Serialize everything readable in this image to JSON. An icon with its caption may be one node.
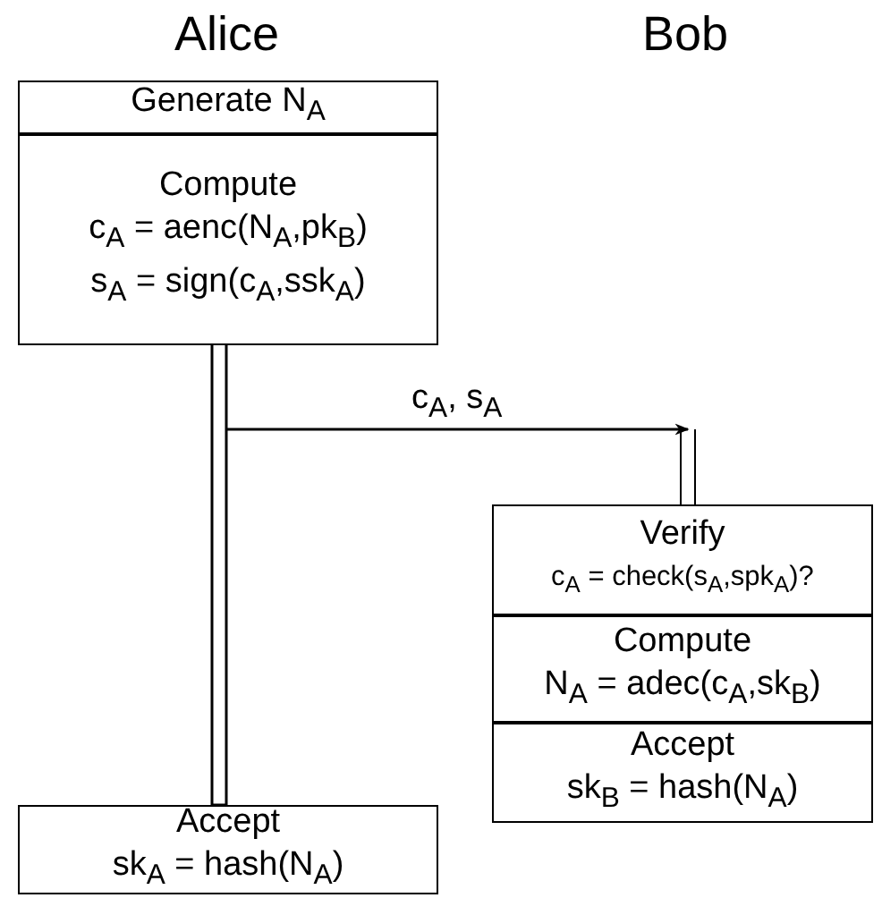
{
  "diagram": {
    "nodes": [
      {
        "text": [
          "Generate N$_{A}$"
        ]
      },
      {
        "text": [
          "Compute",
          "c$_{A}$ = aenc(N$_{A}$,pk$_{B}$)",
          "s$_{A}$ = sign(c$_{A}$,ssk$_{A}$)"
        ]
      },
      {
        "text": [
          "Accept",
          "sk$_{A}$ = hash(N$_{A}$)"
        ]
      },
      {
        "text": [],
        "shape": "bar"
      },
      {
        "text": [
          "Verify",
          "c$_{A}$ = check(s$_{A}$,spk$_{A}$)?"
        ]
      },
      {
        "text": [
          "Compute",
          "N$_{A}$ = adec(c$_{A}$,sk$_{B}$)"
        ]
      },
      {
        "text": [
          "Accept",
          "sk$_{B}$ = hash(N$_{A}$)"
        ]
      }
    ],
    "edges": [
      {
        "from": 1,
        "to": 2,
        "arrow": "none"
      },
      {
        "from": null,
        "to": 3,
        "arrow": "to",
        "label": "c$_{A}$, s$_{A}$"
      }
    ],
    "labels": [
      "Alice",
      "Bob"
    ]
  }
}
